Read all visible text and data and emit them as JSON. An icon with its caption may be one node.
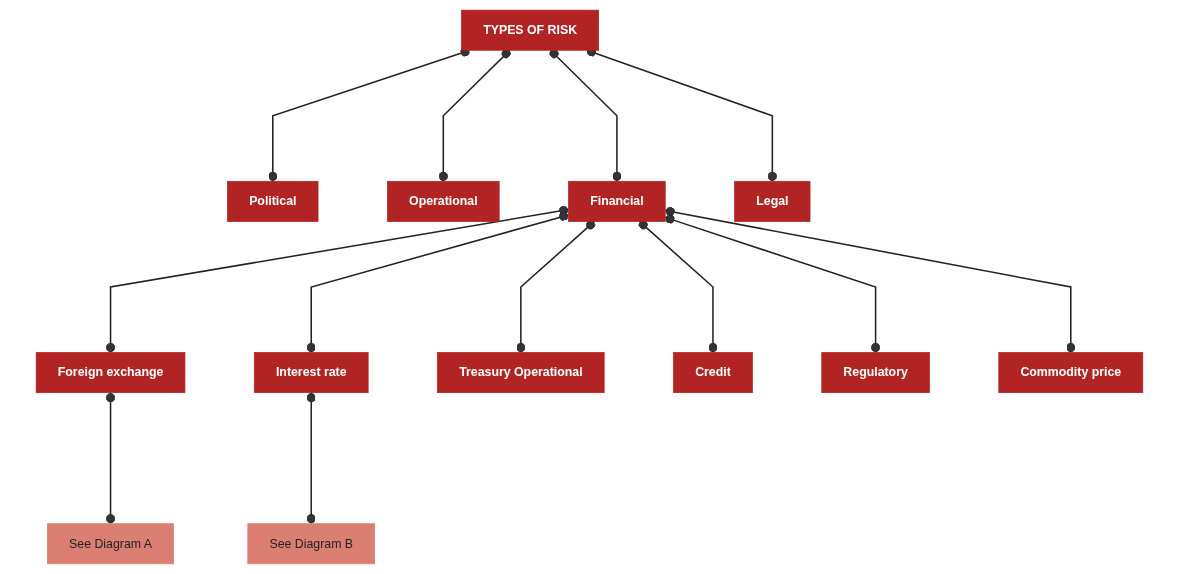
{
  "diagram": {
    "nodes": [
      {
        "text": [
          "TYPES OF RISK"
        ]
      },
      {
        "text": [
          "Political"
        ]
      },
      {
        "text": [
          "Operational"
        ]
      },
      {
        "text": [
          "Financial"
        ]
      },
      {
        "text": [
          "Legal"
        ]
      },
      {
        "text": [
          "Foreign exchange"
        ]
      },
      {
        "text": [
          "Interest rate"
        ]
      },
      {
        "text": [
          "Treasury Operational"
        ]
      },
      {
        "text": [
          "Credit"
        ]
      },
      {
        "text": [
          "Regulatory"
        ]
      },
      {
        "text": [
          "Commodity price"
        ]
      },
      {
        "text": [
          "See Diagram A"
        ]
      },
      {
        "text": [
          "See Diagram B"
        ]
      }
    ],
    "edges": [
      {
        "from": 0,
        "to": 1,
        "arrow": "other"
      },
      {
        "from": 0,
        "to": 2,
        "arrow": "other"
      },
      {
        "from": 0,
        "to": 3,
        "arrow": "other"
      },
      {
        "from": 0,
        "to": 4,
        "arrow": "other"
      },
      {
        "from": 3,
        "to": 5,
        "arrow": "other"
      },
      {
        "from": 3,
        "to": 6,
        "arrow": "other"
      },
      {
        "from": 3,
        "to": 7,
        "arrow": "other"
      },
      {
        "from": 3,
        "to": 8,
        "arrow": "other"
      },
      {
        "from": 3,
        "to": 9,
        "arrow": "other"
      },
      {
        "from": 3,
        "to": 10,
        "arrow": "other"
      },
      {
        "from": 5,
        "to": 11,
        "arrow": "other"
      },
      {
        "from": 6,
        "to": 12,
        "arrow": "other"
      }
    ]
  }
}
